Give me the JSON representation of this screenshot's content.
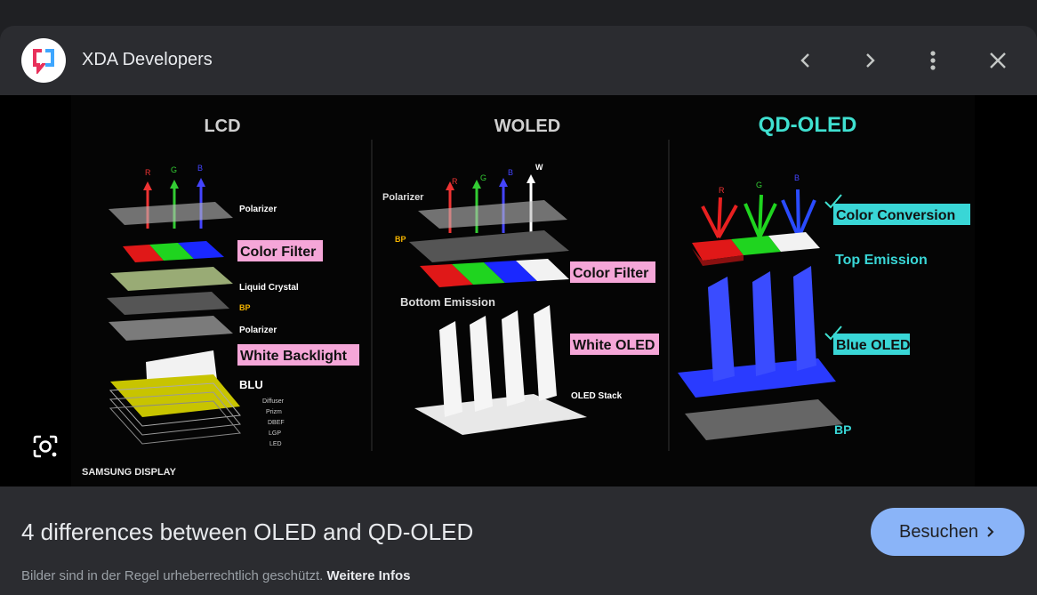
{
  "header": {
    "site_name": "XDA Developers",
    "icons": [
      "xda-logo-icon",
      "chevron-left-icon",
      "chevron-right-icon",
      "more-vert-icon",
      "close-icon"
    ]
  },
  "image": {
    "columns": [
      {
        "heading": "LCD",
        "labels": [
          "Polarizer",
          "Color Filter",
          "Liquid Crystal",
          "BP",
          "Polarizer",
          "White Backlight",
          "BLU"
        ],
        "blu_parts": [
          "Diffuser",
          "Prizm",
          "DBEF",
          "LGP",
          "LED"
        ],
        "arrows": [
          "R",
          "G",
          "B"
        ]
      },
      {
        "heading": "WOLED",
        "labels": [
          "Polarizer",
          "BP",
          "Color Filter",
          "Bottom Emission",
          "White OLED",
          "OLED Stack"
        ],
        "arrows": [
          "R",
          "G",
          "B",
          "W"
        ]
      },
      {
        "heading": "QD-OLED",
        "labels": [
          "Color Conversion",
          "Top Emission",
          "Blue OLED",
          "BP"
        ],
        "arrows": [
          "R",
          "G",
          "B"
        ]
      }
    ],
    "credit": "SAMSUNG DISPLAY",
    "colors": {
      "pink_label": "#f5a6d8",
      "cyan_label": "#39d6d6",
      "qd_heading": "#3fe0d0"
    }
  },
  "caption": {
    "title": "4 differences between OLED and QD-OLED",
    "visit_label": "Besuchen",
    "subline_text": "Bilder sind in der Regel urheberrechtlich geschützt.",
    "subline_link": "Weitere Infos"
  }
}
